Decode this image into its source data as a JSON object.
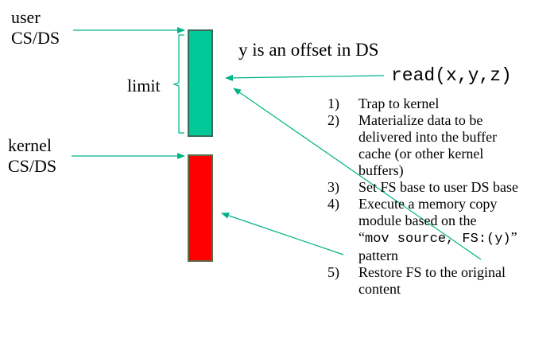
{
  "labels": {
    "user_line1": "user",
    "user_line2": "CS/DS",
    "kernel_line1": "kernel",
    "kernel_line2": "CS/DS",
    "limit": "limit",
    "y_note": "y is an offset in DS",
    "read_call": "read(x,y,z)"
  },
  "steps": [
    {
      "num": "1)",
      "text": "Trap to kernel"
    },
    {
      "num": "2)",
      "lines": [
        "Materialize data to be",
        "delivered into the buffer",
        "cache (or other kernel",
        "buffers)"
      ]
    },
    {
      "num": "3)",
      "text": "Set FS base to user DS base"
    },
    {
      "num": "4)",
      "line1": "Execute a memory copy",
      "line2": "module based on the",
      "code_open": "“",
      "code": "mov source, FS:(y)",
      "code_close": "”",
      "line4": "pattern"
    },
    {
      "num": "5)",
      "line1": "Restore FS to the original",
      "line2": "content"
    }
  ],
  "colors": {
    "user_segment": "#00c896",
    "kernel_segment": "#ff0000",
    "arrow": "#00b386"
  }
}
